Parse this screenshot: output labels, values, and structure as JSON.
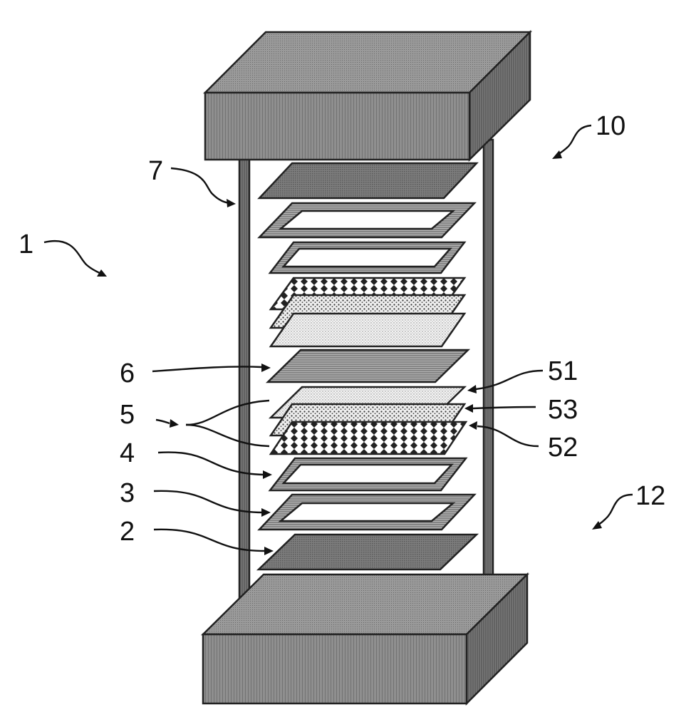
{
  "figure": {
    "labels": {
      "assembly": "1",
      "bottom_plate": "2",
      "lower_gasket": "3",
      "lower_frame": "4",
      "mea": "5",
      "membrane": "6",
      "tie_rod": "7",
      "upper_end_block": "10",
      "lower_end_block": "12",
      "layer_51": "51",
      "layer_52": "52",
      "layer_53": "53"
    }
  }
}
